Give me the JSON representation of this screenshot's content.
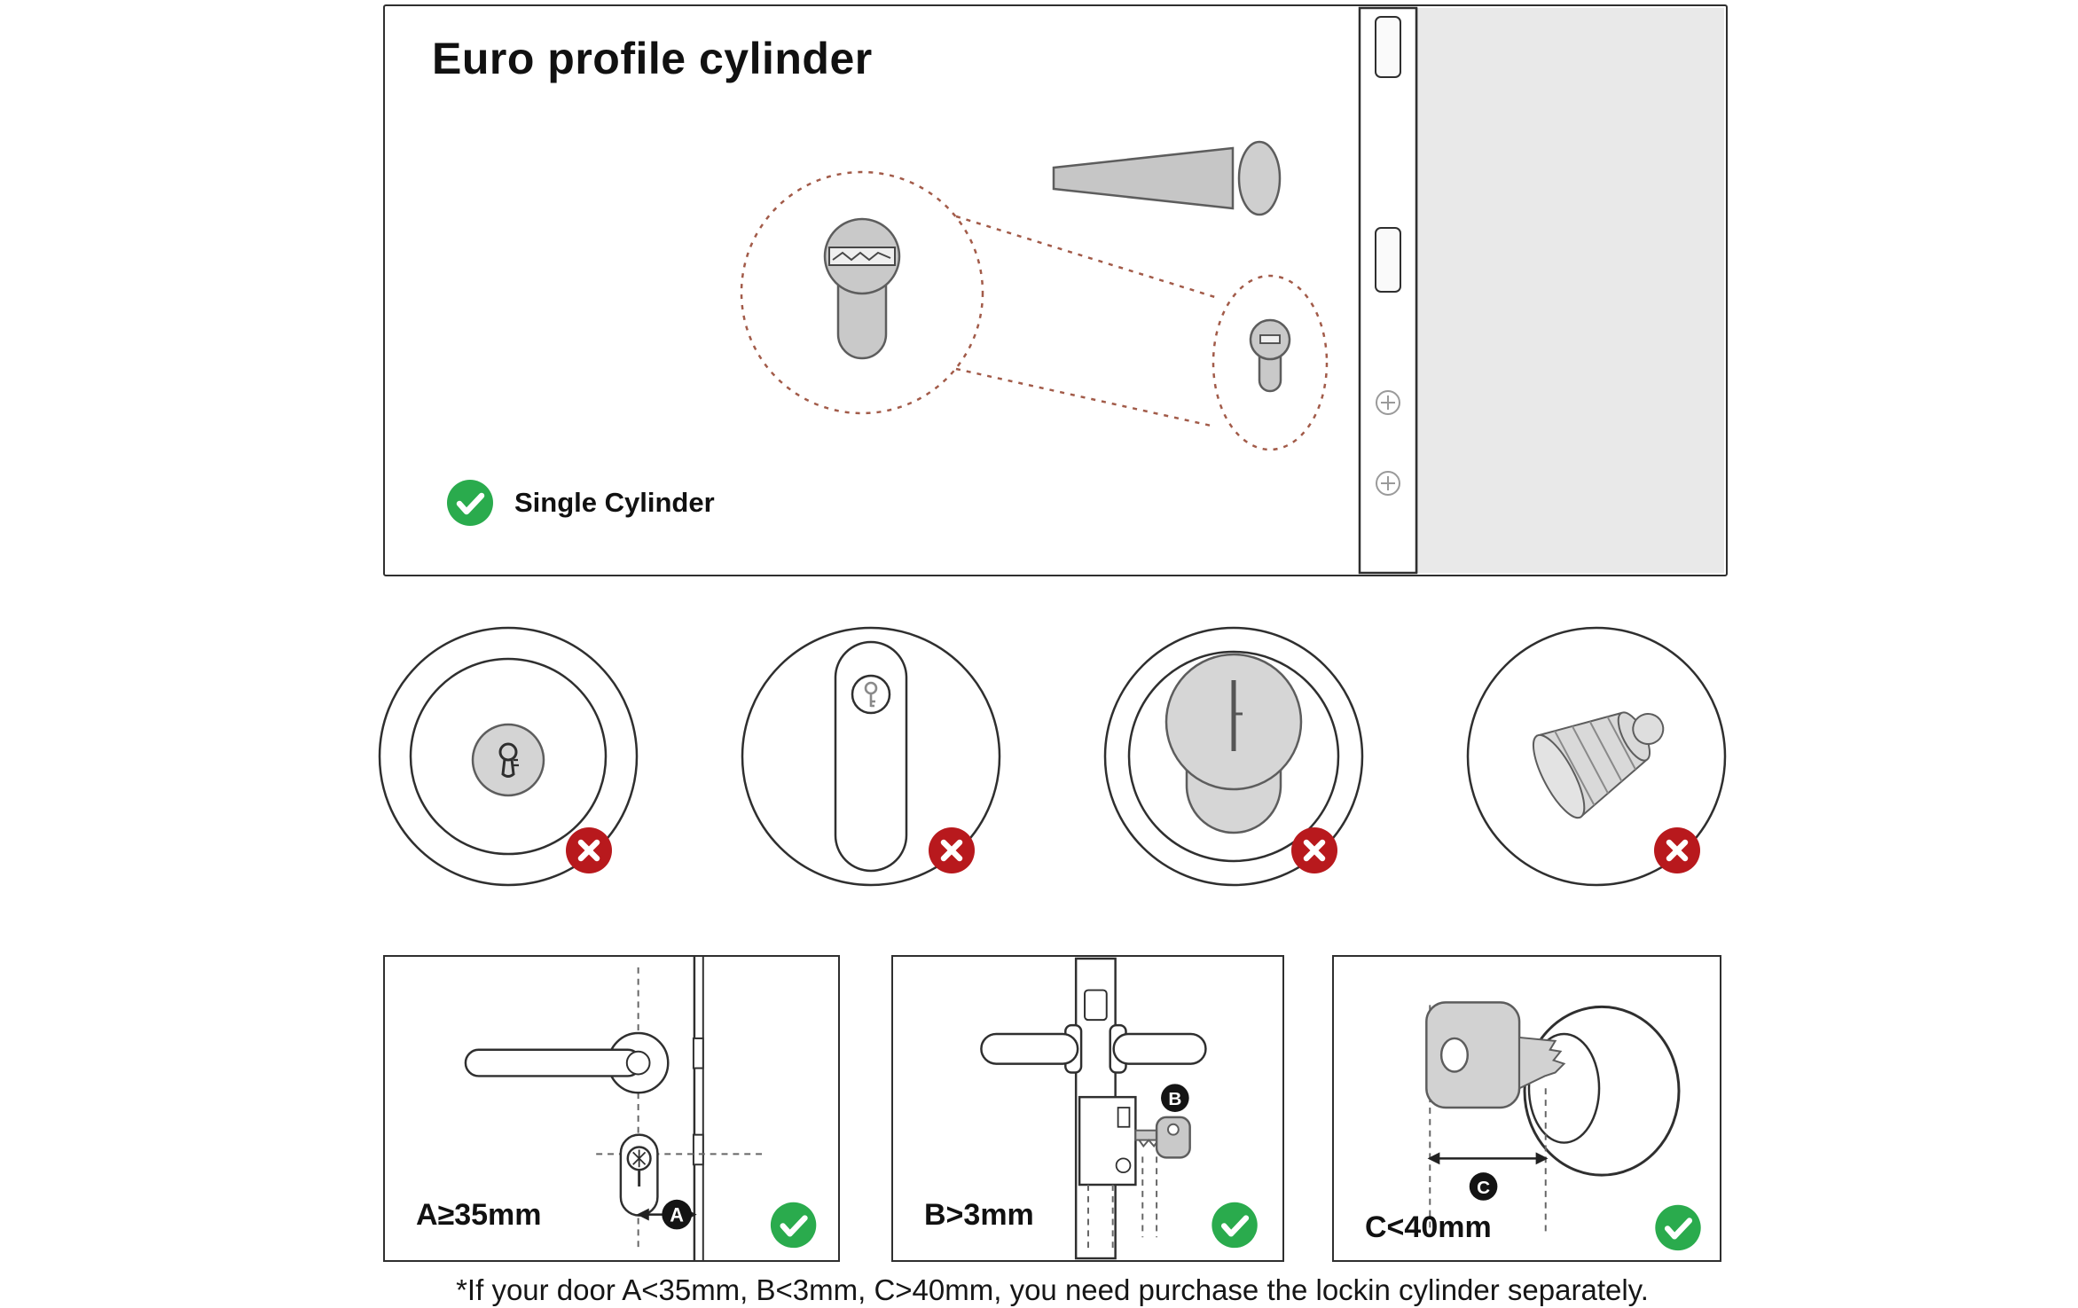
{
  "colors": {
    "check_green": "#2aab4d",
    "cross_red": "#b8191d",
    "zoom_dashed": "#a25b49",
    "outline_dark": "#2f2f2f"
  },
  "top_panel": {
    "title": "Euro profile cylinder",
    "option_label": "Single Cylinder",
    "option_icon": "check-icon"
  },
  "incompatible_locks": {
    "badge_icon": "x-cross-icon",
    "items": [
      {
        "name": "rim-lock-round-escutcheon"
      },
      {
        "name": "oval-plate-keyhole-lock"
      },
      {
        "name": "euro-cylinder-round-escutcheon"
      },
      {
        "name": "thumbturn-knob-cylinder"
      }
    ]
  },
  "dimension_panels": [
    {
      "badge": "A",
      "label": "A≥35mm",
      "status_icon": "check-icon"
    },
    {
      "badge": "B",
      "label": "B>3mm",
      "status_icon": "check-icon"
    },
    {
      "badge": "C",
      "label": "C<40mm",
      "status_icon": "check-icon"
    }
  ],
  "footer": {
    "note": "*If your door A<35mm, B<3mm, C>40mm, you need purchase the lockin cylinder separately."
  }
}
